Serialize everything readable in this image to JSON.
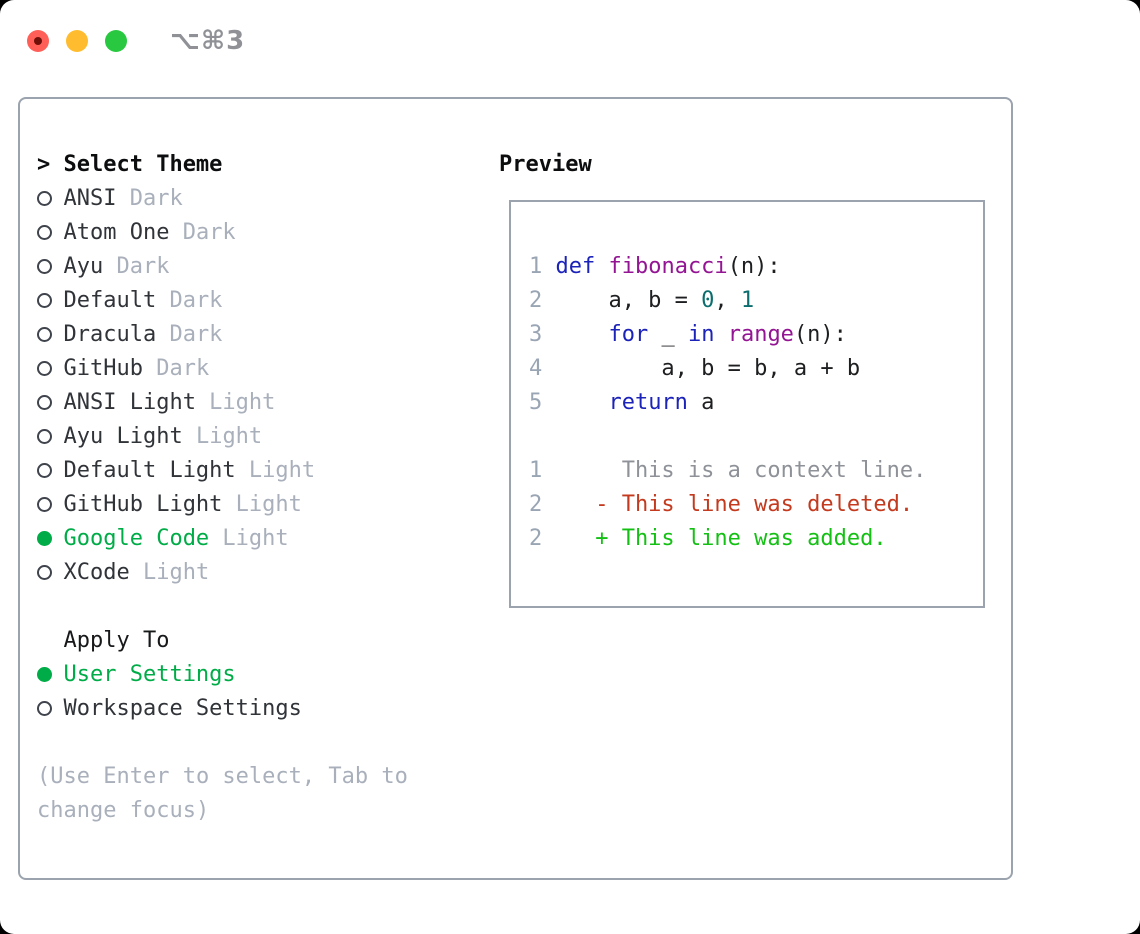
{
  "window": {
    "title": "⌥⌘3"
  },
  "theme_menu": {
    "prompt": ">",
    "title": "Select Theme",
    "items": [
      {
        "name": "ANSI",
        "variant": "Dark",
        "selected": false
      },
      {
        "name": "Atom One",
        "variant": "Dark",
        "selected": false
      },
      {
        "name": "Ayu",
        "variant": "Dark",
        "selected": false
      },
      {
        "name": "Default",
        "variant": "Dark",
        "selected": false
      },
      {
        "name": "Dracula",
        "variant": "Dark",
        "selected": false
      },
      {
        "name": "GitHub",
        "variant": "Dark",
        "selected": false
      },
      {
        "name": "ANSI Light",
        "variant": "Light",
        "selected": false
      },
      {
        "name": "Ayu Light",
        "variant": "Light",
        "selected": false
      },
      {
        "name": "Default Light",
        "variant": "Light",
        "selected": false
      },
      {
        "name": "GitHub Light",
        "variant": "Light",
        "selected": false
      },
      {
        "name": "Google Code",
        "variant": "Light",
        "selected": true
      },
      {
        "name": "XCode",
        "variant": "Light",
        "selected": false
      }
    ]
  },
  "apply_to": {
    "title": "Apply To",
    "options": [
      {
        "label": "User Settings",
        "selected": true
      },
      {
        "label": "Workspace Settings",
        "selected": false
      }
    ]
  },
  "help_text": [
    "(Use Enter to select, Tab to",
    "change focus)"
  ],
  "preview": {
    "title": "Preview",
    "code_lines": [
      {
        "num": "1",
        "tokens": [
          [
            "kw",
            "def"
          ],
          [
            "pl",
            " "
          ],
          [
            "fn",
            "fibonacci"
          ],
          [
            "pl",
            "(n):"
          ]
        ]
      },
      {
        "num": "2",
        "tokens": [
          [
            "pl",
            "    a, b = "
          ],
          [
            "num",
            "0"
          ],
          [
            "pl",
            ", "
          ],
          [
            "num",
            "1"
          ]
        ]
      },
      {
        "num": "3",
        "tokens": [
          [
            "pl",
            "    "
          ],
          [
            "kw",
            "for"
          ],
          [
            "pl",
            " _ "
          ],
          [
            "kw",
            "in"
          ],
          [
            "pl",
            " "
          ],
          [
            "fn",
            "range"
          ],
          [
            "pl",
            "(n):"
          ]
        ]
      },
      {
        "num": "4",
        "tokens": [
          [
            "pl",
            "        a, b = b, a + b"
          ]
        ]
      },
      {
        "num": "5",
        "tokens": [
          [
            "pl",
            "    "
          ],
          [
            "kw",
            "return"
          ],
          [
            "pl",
            " a"
          ]
        ]
      }
    ],
    "diff_lines": [
      {
        "num": "1",
        "tokens": [
          [
            "ctx",
            "     This is a context line."
          ]
        ]
      },
      {
        "num": "2",
        "tokens": [
          [
            "del",
            "   - This line was deleted."
          ]
        ]
      },
      {
        "num": "2",
        "tokens": [
          [
            "add",
            "   + This line was added."
          ]
        ]
      }
    ]
  },
  "colors": {
    "text": "#303338",
    "muted": "#a9b0bb",
    "border": "#9ba3ae",
    "accent_green": "#00ac47",
    "line_number": "#9aa5b4",
    "syntax_keyword": "#1c23b8",
    "syntax_function": "#941594",
    "syntax_number": "#0b6d6d",
    "syntax_plain": "#1d1e20",
    "diff_context": "#8e9298",
    "diff_deleted": "#c33a1e",
    "diff_added": "#14c014",
    "traffic_red": "#ff5f57",
    "traffic_yellow": "#febc2e",
    "traffic_green": "#28c840"
  }
}
